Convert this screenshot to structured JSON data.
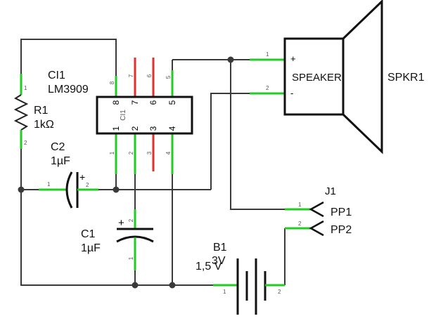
{
  "ic": {
    "ref": "CI1",
    "part": "LM3909",
    "body_label": "CI1",
    "top_pins": [
      "8",
      "7",
      "6",
      "5"
    ],
    "bottom_pins": [
      "1",
      "2",
      "3",
      "4"
    ]
  },
  "r1": {
    "ref": "R1",
    "value": "1kΩ",
    "pin1": "1",
    "pin2": "2"
  },
  "c2": {
    "ref": "C2",
    "value": "1µF",
    "polarity": "+",
    "pin1": "1",
    "pin2": "2"
  },
  "c1": {
    "ref": "C1",
    "value": "1µF",
    "polarity": "+",
    "pin1": "1",
    "pin2": "2"
  },
  "speaker": {
    "ref": "SPKR1",
    "body_label": "SPEAKER",
    "plus": "+",
    "minus": "-",
    "pin1": "1",
    "pin2": "2"
  },
  "j1": {
    "ref": "J1",
    "pins": [
      "PP1",
      "PP2"
    ],
    "pin1": "1",
    "pin2": "2"
  },
  "b1": {
    "ref": "B1",
    "value": "3V",
    "value2": "1,5 V",
    "pin1": "1",
    "pin2": "2"
  },
  "colors": {
    "wire": "#3a3a3a",
    "pin_lead": "#22cc22",
    "nc_pin": "#e03030"
  }
}
